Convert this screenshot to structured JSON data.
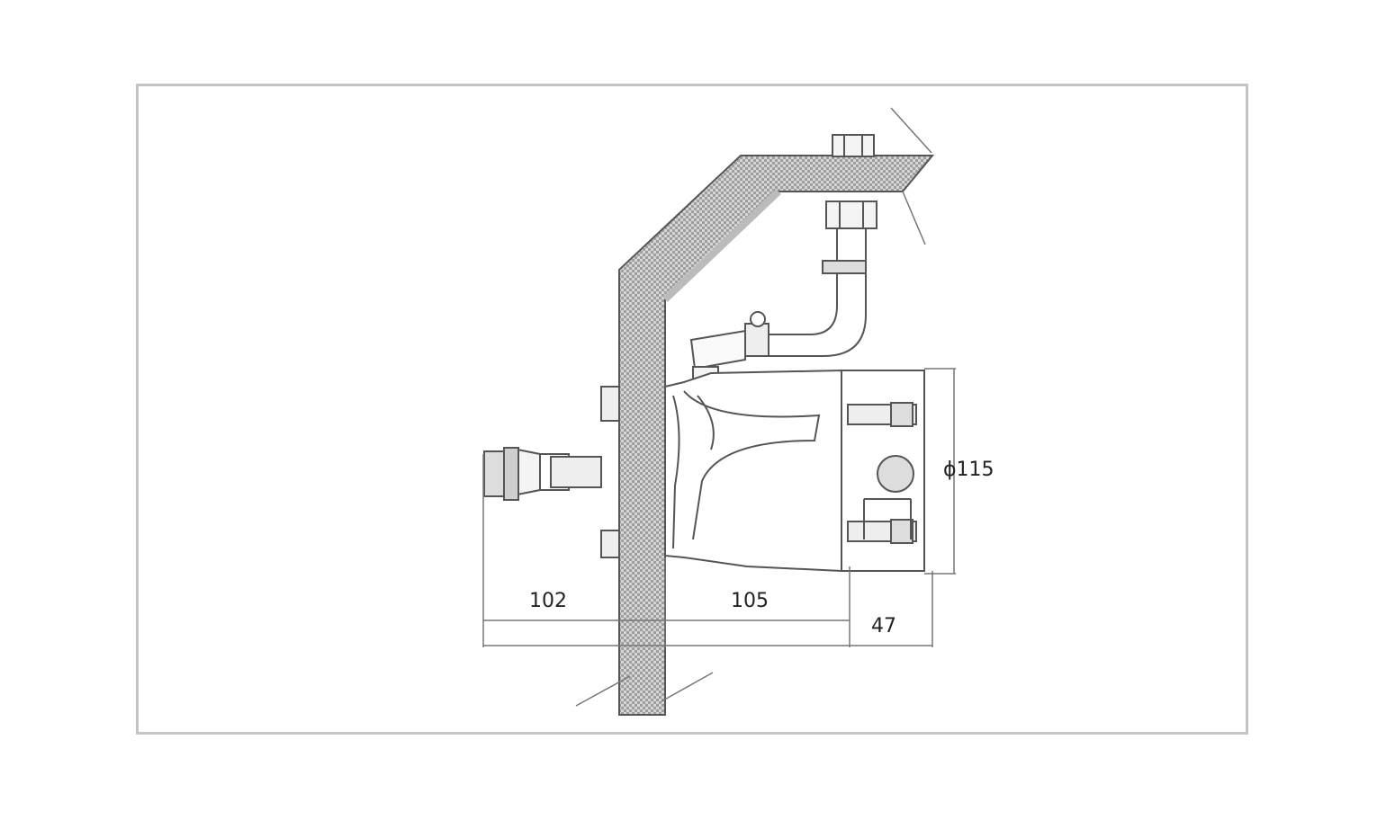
{
  "dimensions": {
    "left_overhang": "102",
    "mid_length": "105",
    "flange_depth": "47",
    "diameter": "ϕ115"
  },
  "colors": {
    "line": "#555555",
    "hatch_light": "#d9d9d9",
    "hatch_dark": "#a8a8a8",
    "frame": "#c4c4c4",
    "dim_line": "#777777"
  }
}
